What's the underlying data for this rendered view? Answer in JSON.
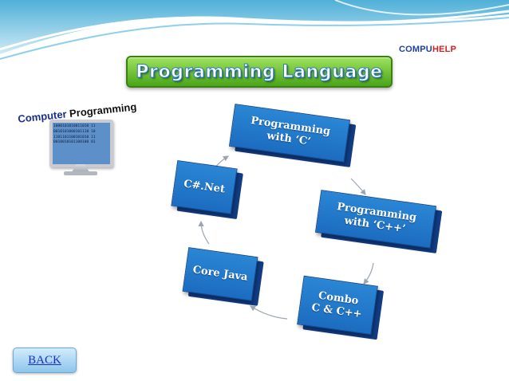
{
  "brand": {
    "part1": "COMPU",
    "part2": "HELP"
  },
  "title": "Programming Language",
  "computer_graphic": {
    "word1": "Computer",
    "word2": "Programming",
    "binary_lines": [
      "1000101010011010 11",
      "0010101000101110 10",
      "1101101100101010 11",
      "0010010101100100 01"
    ]
  },
  "diagram": {
    "nodes": [
      {
        "label": "Programming\nwith ‘C’"
      },
      {
        "label": "Programming\nwith ‘C++’"
      },
      {
        "label": "Combo\nC & C++"
      },
      {
        "label": "Core Java"
      },
      {
        "label": "C#.Net"
      }
    ]
  },
  "back_button": {
    "label": "BACK"
  },
  "colors": {
    "node": "#1c6cc0",
    "node_depth": "#123d85",
    "banner": "#5db52a",
    "brand_blue": "#1f3fa6",
    "brand_red": "#d42020"
  }
}
